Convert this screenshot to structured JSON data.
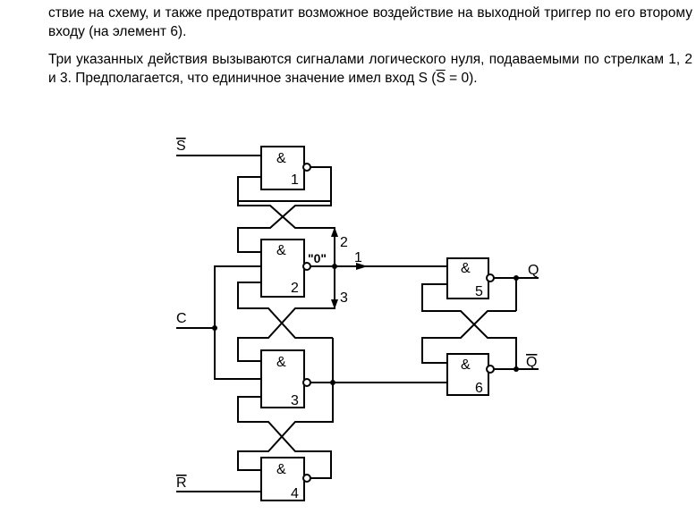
{
  "paragraph1": {
    "text": "ствие на схему, и также предотвратит возможное воздействие на выходной триггер по его второму входу (на элемент 6)."
  },
  "paragraph2": {
    "text": "Три указанных действия вызываются сигналами логического нуля, подаваемыми по стрелкам 1, 2 и 3. Предполагается, что единичное значение имел вход",
    "tail_prefix": "S (",
    "tail_over": "S",
    "tail_suffix": " = 0)."
  },
  "circuit": {
    "inputs": {
      "s_bar": "S",
      "c": "C",
      "r_bar": "R"
    },
    "gate_symbol": "&",
    "gates": [
      "1",
      "2",
      "3",
      "4",
      "5",
      "6"
    ],
    "zero_label": "\"0\"",
    "arrows": [
      "1",
      "2",
      "3"
    ],
    "outputs": {
      "q": "Q",
      "q_bar": "Q"
    }
  }
}
